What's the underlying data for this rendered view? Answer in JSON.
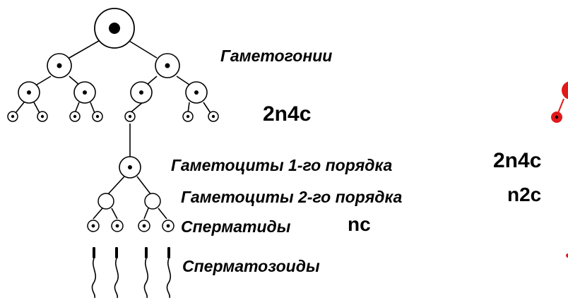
{
  "labels": {
    "gametogonia": "Гаметогонии",
    "gametocytes1": "Гаметоциты 1-го порядка",
    "gametocytes2": "Гаметоциты 2-го порядка",
    "spermatids": "Сперматиды",
    "spermatozoa": "Спермaтозоиды"
  },
  "formulas": {
    "gametogonia": "2n4c",
    "gametocytes1": "2n4c",
    "gametocytes2": "n2c",
    "spermatids": "nc"
  },
  "colors": {
    "ink": "#000000",
    "cut_off_cell": "#e0191b"
  }
}
